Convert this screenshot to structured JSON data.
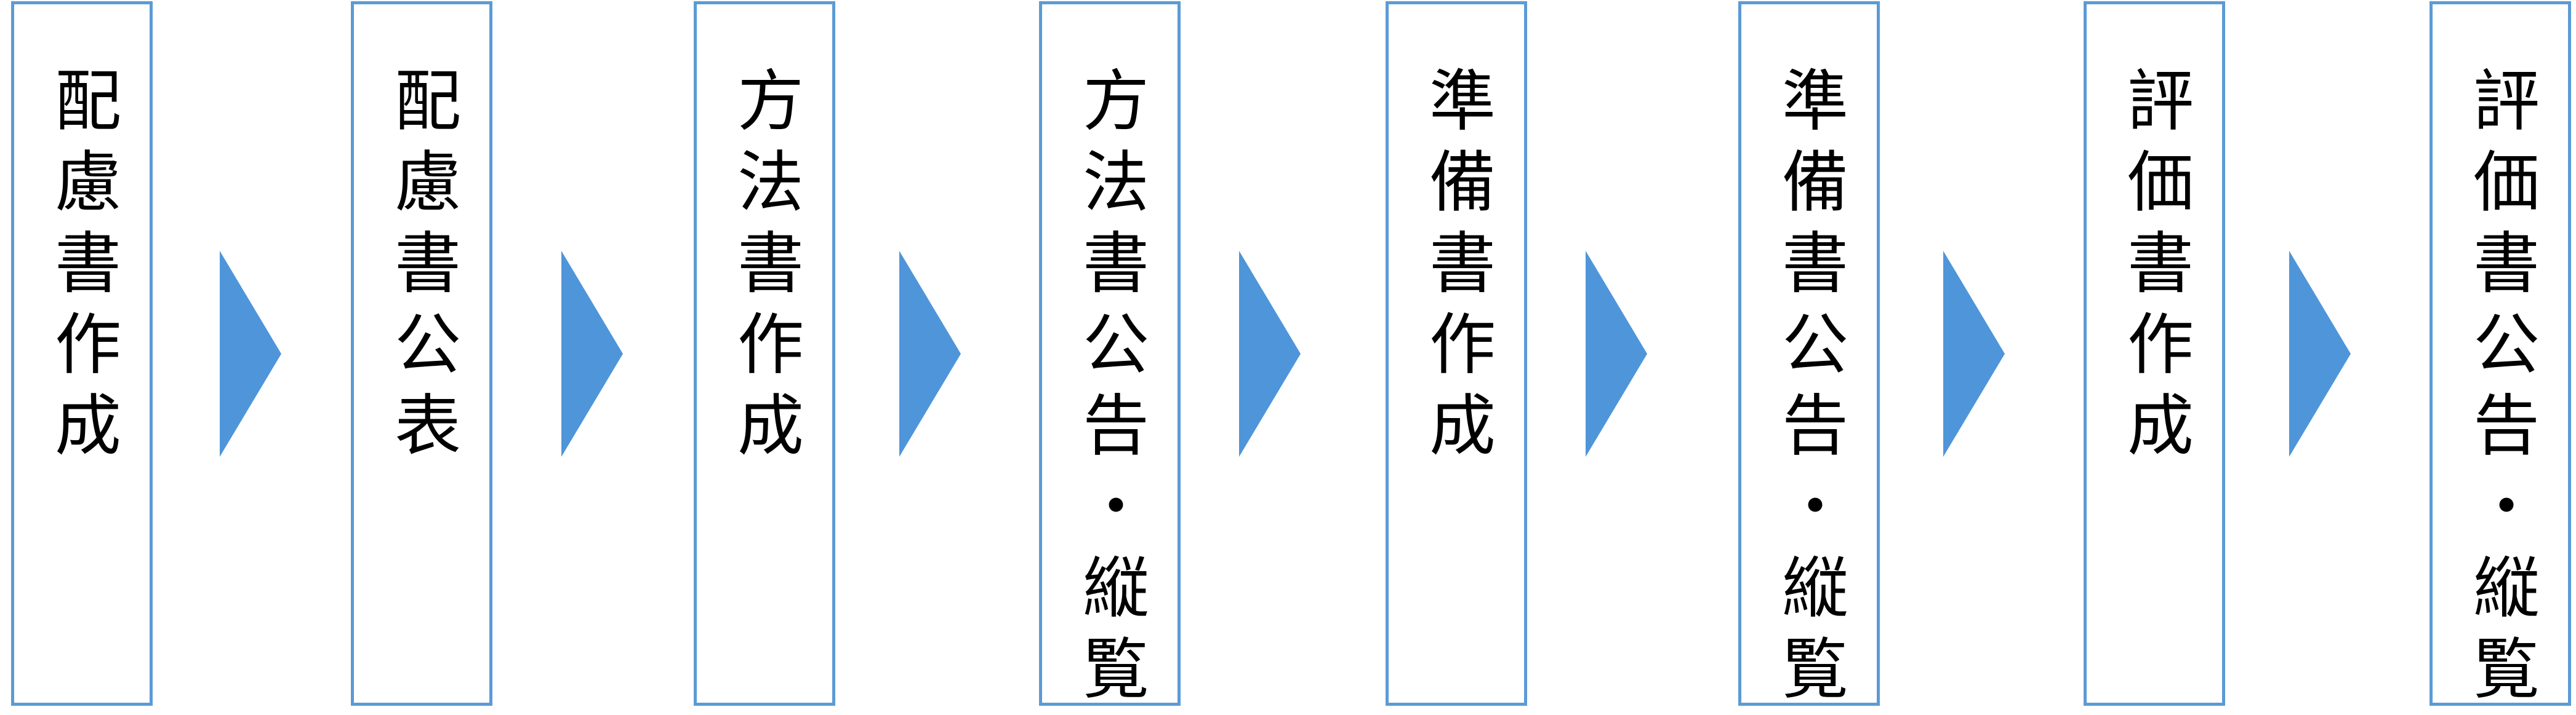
{
  "steps": [
    {
      "label": "配慮書作成"
    },
    {
      "label": "配慮書公表"
    },
    {
      "label": "方法書作成"
    },
    {
      "label": "方法書公告・縦覧"
    },
    {
      "label": "準備書作成"
    },
    {
      "label": "準備書公告・縦覧"
    },
    {
      "label": "評価書作成"
    },
    {
      "label": "評価書公告・縦覧"
    }
  ],
  "colors": {
    "box_border": "#5b9bd5",
    "arrow_fill": "#4f95d9",
    "text": "#000000"
  }
}
